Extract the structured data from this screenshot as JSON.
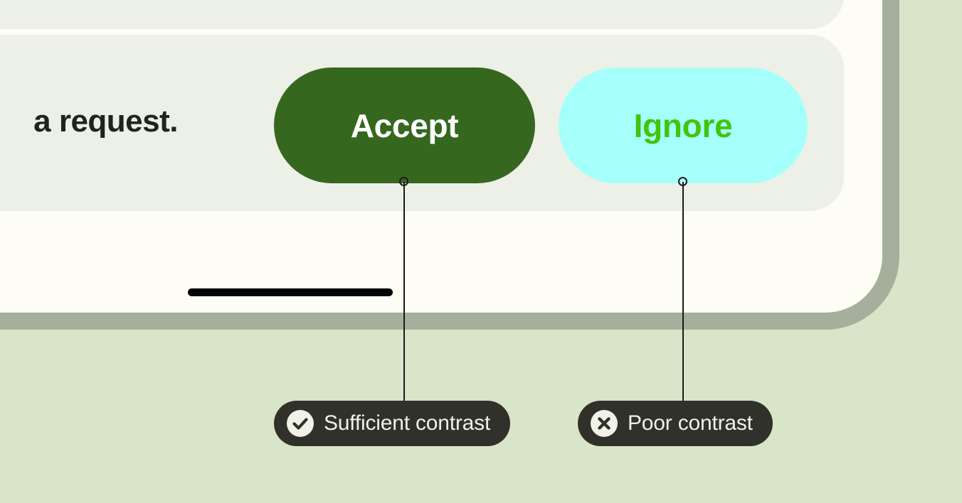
{
  "page": {
    "background_color": "#D9E5C8",
    "card_background_color": "#FDFCF5",
    "card_border_color": "#A5AF9B",
    "panel_color": "#EDF0E6"
  },
  "message": {
    "text": "a request.",
    "color": "#20231E"
  },
  "actions": {
    "accept": {
      "label": "Accept",
      "background_color": "#36671F",
      "text_color": "#FFFFFF"
    },
    "ignore": {
      "label": "Ignore",
      "background_color": "#A5FFFB",
      "text_color": "#41C50B"
    }
  },
  "annotations": [
    {
      "label": "Sufficient contrast",
      "icon": "check-circle-icon",
      "target": "accept",
      "chip_color": "#2F312A",
      "text_color": "#F2F1E7"
    },
    {
      "label": "Poor contrast",
      "icon": "x-circle-icon",
      "target": "ignore",
      "chip_color": "#2F312A",
      "text_color": "#F2F1E7"
    }
  ],
  "home_indicator": {
    "color": "#000000"
  }
}
